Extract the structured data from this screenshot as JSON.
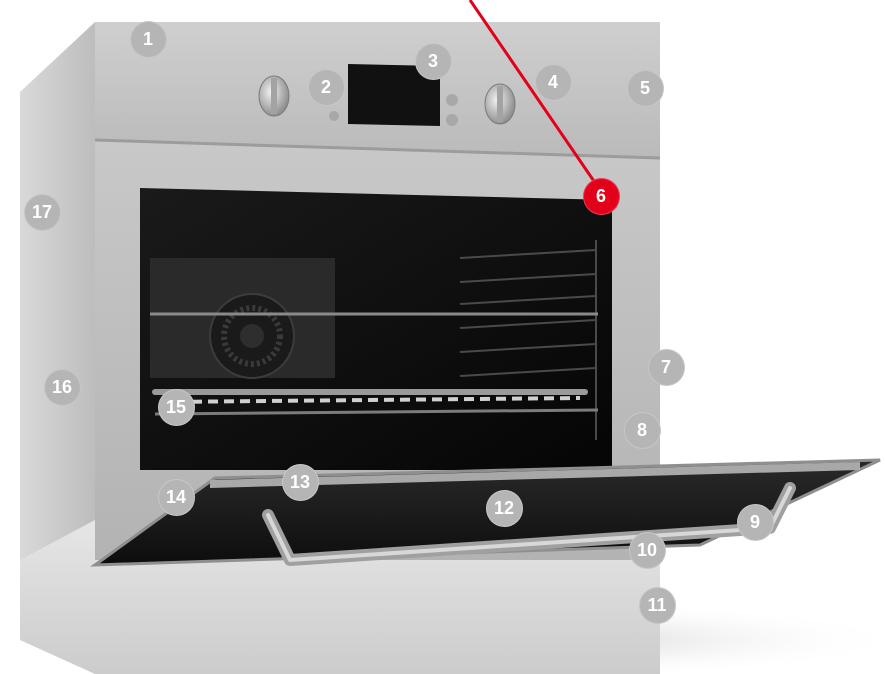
{
  "colors": {
    "badge": "#b5b5b5",
    "badge_active": "#e2001a",
    "badge_text": "#ffffff",
    "pointer_line": "#e2001a"
  },
  "callouts": [
    {
      "label": "1"
    },
    {
      "label": "2"
    },
    {
      "label": "3"
    },
    {
      "label": "4"
    },
    {
      "label": "5"
    },
    {
      "label": "6",
      "active": true
    },
    {
      "label": "7"
    },
    {
      "label": "8"
    },
    {
      "label": "9"
    },
    {
      "label": "10"
    },
    {
      "label": "11"
    },
    {
      "label": "12"
    },
    {
      "label": "13"
    },
    {
      "label": "14"
    },
    {
      "label": "15"
    },
    {
      "label": "16"
    },
    {
      "label": "17"
    }
  ]
}
